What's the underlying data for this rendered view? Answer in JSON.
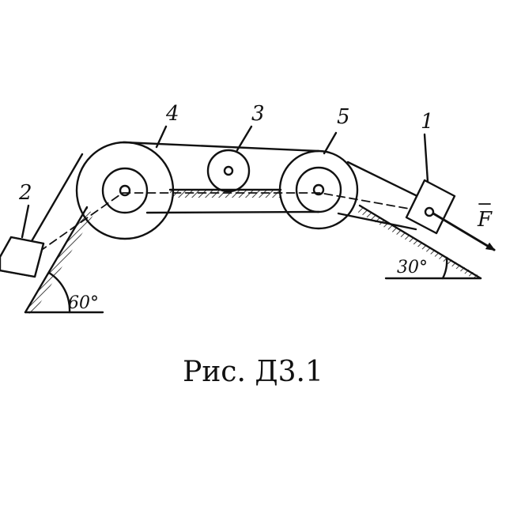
{
  "labels": {
    "body1": "1",
    "body2": "2",
    "body3": "3",
    "body4": "4",
    "body5": "5",
    "force": "F",
    "angle_left": "60°",
    "angle_right": "30°"
  },
  "caption": "Рис. Д3.1",
  "colors": {
    "ink": "#111111",
    "background": "#ffffff"
  }
}
